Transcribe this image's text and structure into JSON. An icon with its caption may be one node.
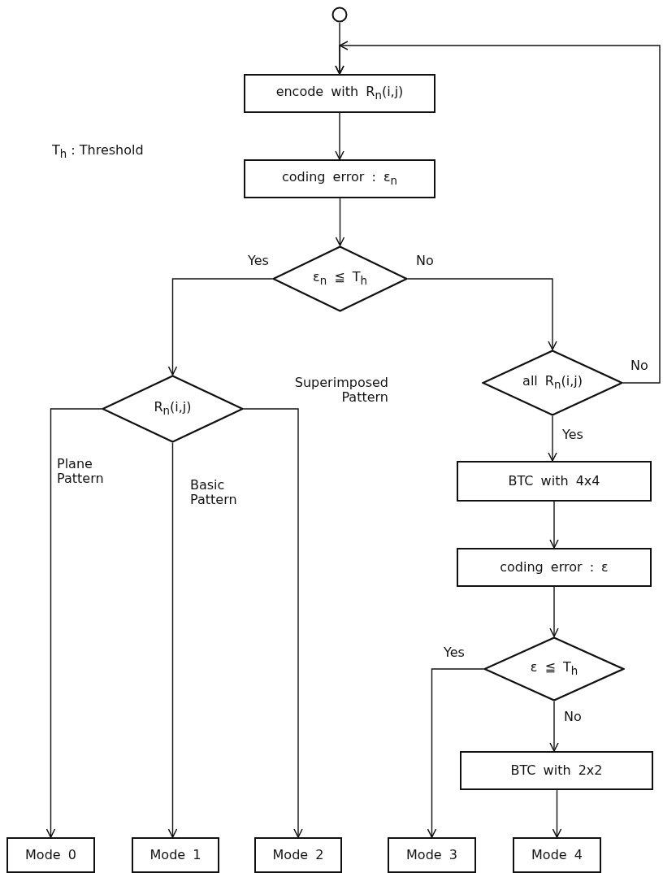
{
  "diagram": {
    "nodes": [
      {
        "text": [],
        "shape": "circle"
      },
      {
        "text": [
          "encode with R$_{n}$(i,j)"
        ]
      },
      {
        "text": [
          "coding error : ε$_{n}$"
        ]
      },
      {
        "text": [
          "ε$_{n}$ ≦ T$_{h}$"
        ]
      },
      {
        "text": [
          "R$_{n}$(i,j)"
        ]
      },
      {
        "text": [
          "all R$_{n}$(i,j)"
        ]
      },
      {
        "text": [
          "BTC with 4x4"
        ]
      },
      {
        "text": [
          "coding error : ε"
        ]
      },
      {
        "text": [
          "ε ≦ T$_{h}$"
        ]
      },
      {
        "text": [
          "BTC with 2x2"
        ]
      },
      {
        "text": [
          "Mode 0"
        ]
      },
      {
        "text": [
          "Mode 1"
        ]
      },
      {
        "text": [
          "Mode 2"
        ]
      },
      {
        "text": [
          "Mode 3"
        ]
      },
      {
        "text": [
          "Mode 4"
        ]
      }
    ],
    "edges": [
      {
        "from": 0,
        "to": 1,
        "arrow": "to"
      },
      {
        "from": 1,
        "to": 2,
        "arrow": "to"
      },
      {
        "from": 2,
        "to": 3,
        "arrow": "to"
      },
      {
        "from": 3,
        "to": 4,
        "arrow": "to",
        "label": "Yes"
      },
      {
        "from": 3,
        "to": 5,
        "arrow": "to",
        "label": "No"
      },
      {
        "from": 4,
        "to": 10,
        "arrow": "to",
        "label": "Plane Pattern"
      },
      {
        "from": 4,
        "to": 11,
        "arrow": "to",
        "label": "Basic Pattern"
      },
      {
        "from": 4,
        "to": 12,
        "arrow": "to",
        "label": "Superimposed Pattern"
      },
      {
        "from": 5,
        "to": 6,
        "arrow": "to",
        "label": "Yes"
      },
      {
        "from": 5,
        "to": 1,
        "arrow": "to",
        "label": "No"
      },
      {
        "from": 6,
        "to": 7,
        "arrow": "to"
      },
      {
        "from": 7,
        "to": 8,
        "arrow": "to"
      },
      {
        "from": 8,
        "to": 13,
        "arrow": "to",
        "label": "Yes"
      },
      {
        "from": 8,
        "to": 9,
        "arrow": "to",
        "label": "No"
      },
      {
        "from": 9,
        "to": 14,
        "arrow": "to"
      }
    ],
    "labels": [
      "T$_{h}$ : Threshold"
    ]
  }
}
